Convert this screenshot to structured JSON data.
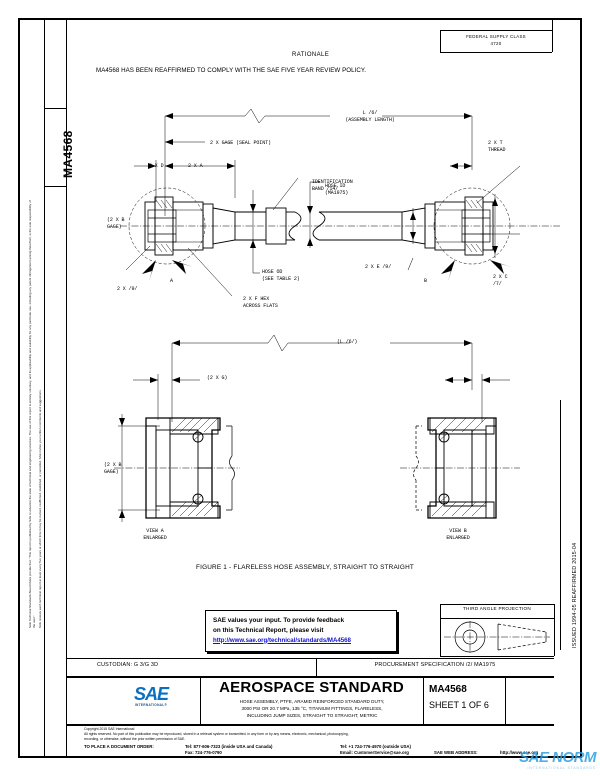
{
  "document": {
    "number": "MA4568",
    "sheet": "SHEET 1 OF 6",
    "type": "AEROSPACE STANDARD",
    "description_lines": [
      "HOSE ASSEMBLY, PTFE, ARAMID REINFORCED STANDARD DUTY,",
      "3000 PSI OR 20.7 MPa, 135 °C, TITANIUM FITTINGS, FLARELESS,",
      "INCLUDING JUMP SIZES, STRAIGHT TO STRAIGHT, METRIC"
    ],
    "custodian": "CUSTODIAN: G 3/G 3D",
    "procurement_spec": "PROCUREMENT SPECIFICATION /2/ MA1975",
    "third_angle_projection": "THIRD ANGLE PROJECTION",
    "revision_side": "ISSUED 1994-05    REAFFIRMED 2015-04",
    "header_classification": "FEDERAL SUPPLY CLASS\n4720"
  },
  "rationale": {
    "heading": "RATIONALE",
    "body": "MA4568 HAS BEEN REAFFIRMED TO COMPLY WITH THE SAE FIVE YEAR REVIEW POLICY."
  },
  "feedback": {
    "line1": "SAE values your input. To provide feedback",
    "line2": "on this Technical Report, please visit",
    "link": "http://www.sae.org/technical/standards/MA4568"
  },
  "figure": {
    "caption": "FIGURE 1 - FLARELESS HOSE ASSEMBLY, STRAIGHT TO STRAIGHT",
    "labels": {
      "assembly_length": "L /6/\n(ASSEMBLY LENGTH)",
      "gage_seal_point": "2 X GAGE (SEAL POINT)",
      "dim_d": "2 X D",
      "dim_a": "2 X A",
      "dim_b_gage": "(2 X B\nGAGE)",
      "note_9_left": "2 X /9/",
      "view_a_arrow": "A",
      "view_b_arrow": "B",
      "hex_flats": "2 X F HEX\nACROSS FLATS",
      "hose_od": "HOSE OD\n(SEE TABLE 2)",
      "identification_band": "IDENTIFICATION\nBAND /14/",
      "hose_id": "HOSE ID\n(MA1975)",
      "dim_e": "2 X E /9/",
      "dim_t_thread": "2 X T\nTHREAD",
      "dim_c": "2 X C\n/7/",
      "lower_length": "(L /6/)",
      "dim_g": "(2 X G)",
      "lower_b_gage": "(2 X B\nGAGE)",
      "view_a": "VIEW A\nENLARGED",
      "view_b": "VIEW B\nENLARGED"
    }
  },
  "sidebar": {
    "tab_label": "MA4568",
    "disclaimer": "SAE Technical Standards Board Rules provide that: \"This report is published by SAE to advance the state of technical and engineering sciences. The use of this report is entirely voluntary, and its applicability and suitability for any particular use, including any patent infringement arising therefrom, is the sole responsibility of the user.\"",
    "disclaimer2": "SAE reviews each technical report at least every five years at which time it may be revised, reaffirmed, stabilized, or cancelled. SAE invites your written comments and suggestions."
  },
  "copyright": {
    "line1": "Copyright 2015 SAE International",
    "line2": "All rights reserved. No part of this publication may be reproduced, stored in a retrieval system or transmitted, in any form or by any means, electronic, mechanical, photocopying,",
    "line3": "recording, or otherwise, without the prior written permission of SAE.",
    "order_label": "TO PLACE A DOCUMENT ORDER:",
    "tel_us": "Tel:        877-606-7323 (inside USA and Canada)",
    "tel_intl": "Tel:        +1 724-776-4970 (outside USA)",
    "fax": "Fax:       724-776-0790",
    "email": "Email:   CustomerService@sae.org",
    "web_label": "SAE WEB ADDRESS:",
    "web": "http://www.sae.org"
  },
  "logo": {
    "text": "SAE",
    "sub": "INTERNATIONAL®"
  },
  "watermark": {
    "main": "SAE NORM",
    "sub": "INTERNATIONAL STANDARDS"
  },
  "colors": {
    "link": "#1010d0",
    "logo_blue": "#0b6fc1",
    "watermark_blue": "#2f9fe0",
    "line": "#000000"
  }
}
